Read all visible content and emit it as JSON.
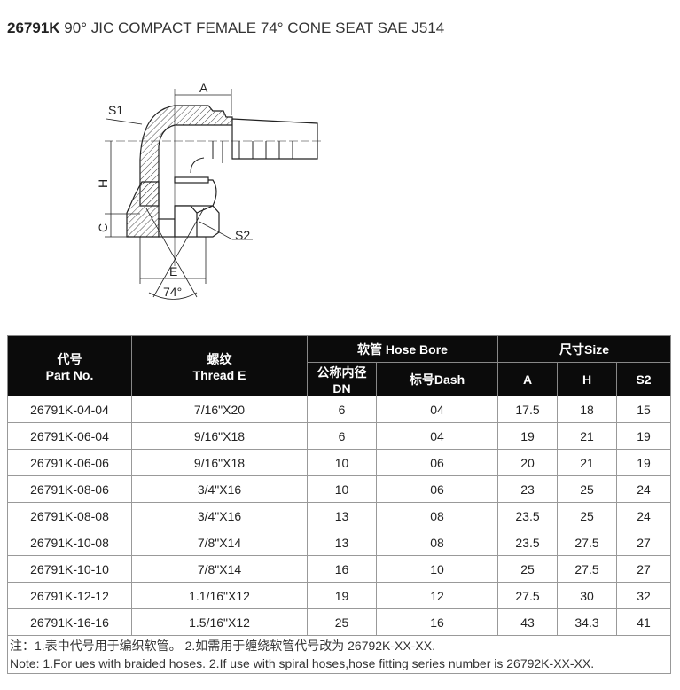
{
  "title": {
    "code": "26791K",
    "text": " 90° JIC COMPACT FEMALE 74° CONE SEAT SAE J514"
  },
  "drawing": {
    "labels": {
      "A": "A",
      "S1": "S1",
      "H": "H",
      "C": "C",
      "S2": "S2",
      "E": "E",
      "angle": "74°"
    }
  },
  "table": {
    "headers": {
      "part_cn": "代号",
      "part_en": "Part No.",
      "thread_cn": "螺纹",
      "thread_en": "Thread E",
      "hose_bore": "软管 Hose Bore",
      "dn_cn": "公称内径",
      "dn_en": "DN",
      "dash": "标号Dash",
      "size": "尺寸Size",
      "a": "A",
      "h": "H",
      "s2": "S2"
    },
    "rows": [
      [
        "26791K-04-04",
        "7/16\"X20",
        "6",
        "04",
        "17.5",
        "18",
        "15"
      ],
      [
        "26791K-06-04",
        "9/16\"X18",
        "6",
        "04",
        "19",
        "21",
        "19"
      ],
      [
        "26791K-06-06",
        "9/16\"X18",
        "10",
        "06",
        "20",
        "21",
        "19"
      ],
      [
        "26791K-08-06",
        "3/4\"X16",
        "10",
        "06",
        "23",
        "25",
        "24"
      ],
      [
        "26791K-08-08",
        "3/4\"X16",
        "13",
        "08",
        "23.5",
        "25",
        "24"
      ],
      [
        "26791K-10-08",
        "7/8\"X14",
        "13",
        "08",
        "23.5",
        "27.5",
        "27"
      ],
      [
        "26791K-10-10",
        "7/8\"X14",
        "16",
        "10",
        "25",
        "27.5",
        "27"
      ],
      [
        "26791K-12-12",
        "1.1/16\"X12",
        "19",
        "12",
        "27.5",
        "30",
        "32"
      ],
      [
        "26791K-16-16",
        "1.5/16\"X12",
        "25",
        "16",
        "43",
        "34.3",
        "41"
      ]
    ],
    "note_cn": "注：1.表中代号用于编织软管。 2.如需用于缠绕软管代号改为 26792K-XX-XX.",
    "note_en": "Note: 1.For ues with braided hoses.   2.If use with spiral hoses,hose fitting series number is 26792K-XX-XX."
  }
}
